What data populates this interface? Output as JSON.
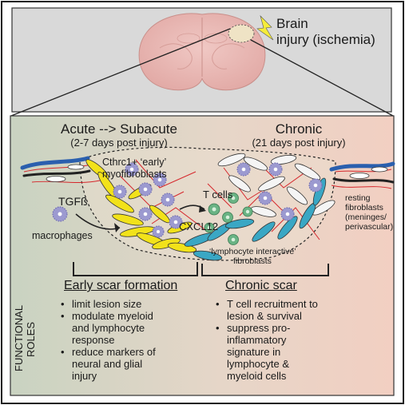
{
  "top": {
    "injury_label_line1": "Brain",
    "injury_label_line2": "injury (ischemia)"
  },
  "phases": {
    "acute": {
      "title": "Acute --> Subacute",
      "subtitle": "(2-7 days post injury)"
    },
    "chronic": {
      "title": "Chronic",
      "subtitle": "(21 days post injury)"
    }
  },
  "labels": {
    "cthrc1_line1": "Cthrc1+ ‘early’",
    "cthrc1_line2": "myofibroblasts",
    "tgfb": "TGFß",
    "macrophages": "macrophages",
    "tcells": "T cells",
    "cxcl12": "CXCL12",
    "lymph_line1": "‘lymphocyte interactive’",
    "lymph_line2": "fibroblasts",
    "resting_line1": "resting",
    "resting_line2": "fibroblasts",
    "resting_line3": "(meninges/",
    "resting_line4": "perivascular)"
  },
  "roles": {
    "vertical_line1": "FUNCTIONAL",
    "vertical_line2": "ROLES",
    "early": {
      "title": "Early scar formation",
      "items": [
        [
          "limit lesion size"
        ],
        [
          "modulate myeloid",
          "and lymphocyte",
          "response"
        ],
        [
          "reduce markers of",
          "neural and glial",
          "injury"
        ]
      ]
    },
    "chronic": {
      "title": "Chronic scar",
      "items": [
        [
          "T cell recruitment to",
          "lesion & survival"
        ],
        [
          "suppress pro-",
          "inflammatory",
          "signature in",
          "lymphocyte &",
          "myeloid cells"
        ]
      ]
    }
  },
  "colors": {
    "top_bg": "#d9d9d9",
    "brain": "#e7b8b5",
    "panel_left": "#c8d2c0",
    "panel_right": "#f0cfc3",
    "yellow_cells": "#f2e21a",
    "blue_cells": "#3aa7c4",
    "green_cells": "#6ab384",
    "macrophage": "#9c9ad0",
    "vessel": "#d6262b"
  },
  "icons": [
    "lightning-bolt-icon",
    "injury-site-icon"
  ]
}
